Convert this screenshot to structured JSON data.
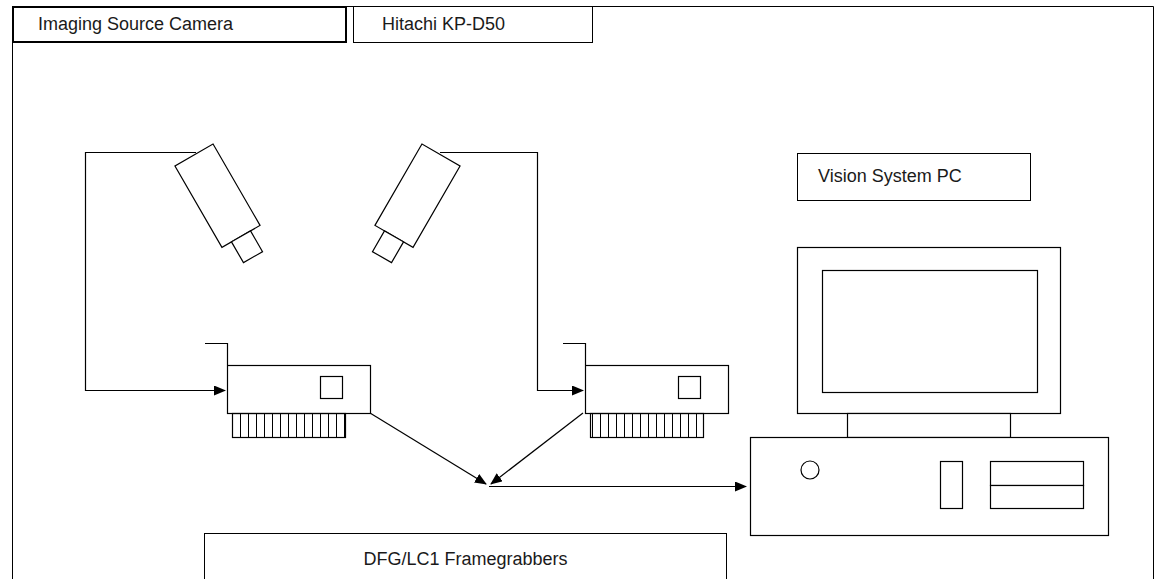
{
  "diagram": {
    "nodes": [
      {
        "text": [
          "Imaging Source Camera"
        ]
      },
      {
        "text": [
          "Hitachi KP-D50"
        ]
      },
      {
        "text": [
          "Vision System PC"
        ]
      },
      {
        "text": [
          "DFG/LC1 Framegrabbers"
        ]
      }
    ]
  }
}
